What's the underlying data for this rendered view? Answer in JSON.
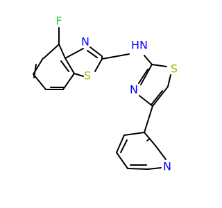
{
  "molecule": {
    "atoms": {
      "F": {
        "label": "F",
        "color": "#33cc33"
      },
      "S_benzothiazole": {
        "label": "S",
        "color": "#b2b200"
      },
      "N_benzothiazole": {
        "label": "N",
        "color": "#0000ff"
      },
      "N_amine": {
        "label": "N",
        "color": "#0000ff"
      },
      "H_amine": {
        "label": "H",
        "color": "#0000ff"
      },
      "S_thiazole": {
        "label": "S",
        "color": "#b2b200"
      },
      "N_thiazole": {
        "label": "N",
        "color": "#0000ff"
      },
      "N_pyridine": {
        "label": "N",
        "color": "#0000ff"
      }
    }
  }
}
